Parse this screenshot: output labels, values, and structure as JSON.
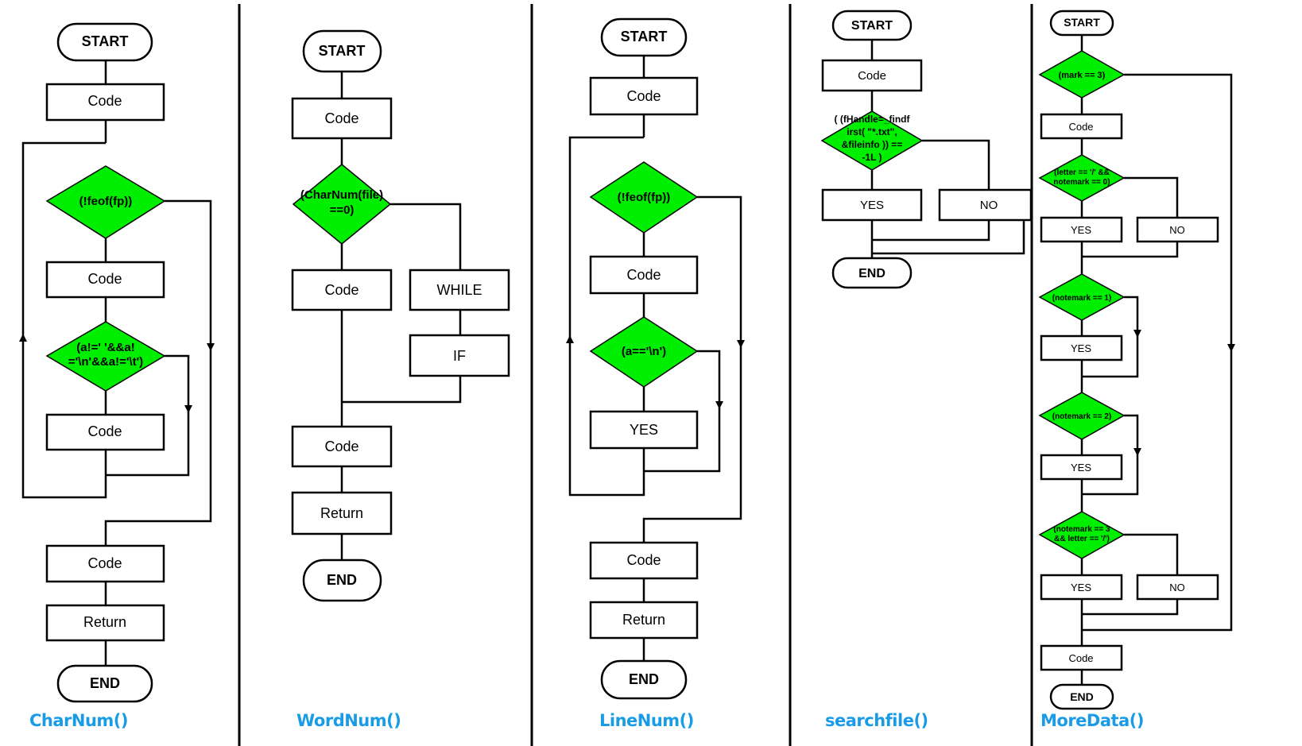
{
  "panels": [
    {
      "title": "CharNum()",
      "start": "START",
      "code1": "Code",
      "cond1": "(!feof(fp))",
      "code2": "Code",
      "cond2_line1": "(a!=' '&&a!",
      "cond2_line2": "='\\n'&&a!='\\t')",
      "code3": "Code",
      "code4": "Code",
      "ret": "Return",
      "end": "END"
    },
    {
      "title": "WordNum()",
      "start": "START",
      "code1": "Code",
      "cond1_line1": "(CharNum(file)",
      "cond1_line2": "==0)",
      "code2": "Code",
      "while": "WHILE",
      "if": "IF",
      "code3": "Code",
      "ret": "Return",
      "end": "END"
    },
    {
      "title": "LineNum()",
      "start": "START",
      "code1": "Code",
      "cond1": "(!feof(fp))",
      "code2": "Code",
      "cond2": "(a=='\\n')",
      "yes": "YES",
      "code3": "Code",
      "ret": "Return",
      "end": "END"
    },
    {
      "title": "searchfile()",
      "start": "START",
      "code1": "Code",
      "cond_line1": "( (fHandle=_findf",
      "cond_line2": "irst( \"*.txt\",",
      "cond_line3": "&fileinfo )) ==",
      "cond_line4": "-1L )",
      "yes": "YES",
      "no": "NO",
      "end": "END"
    },
    {
      "title": "MoreData()",
      "start": "START",
      "cond1": "(mark == 3)",
      "code1": "Code",
      "cond2_line1": "(letter == '/' &&",
      "cond2_line2": "notemark == 0)",
      "yes1": "YES",
      "no1": "NO",
      "cond3": "(notemark == 1)",
      "yes2": "YES",
      "cond4": "(notemark == 2)",
      "yes3": "YES",
      "cond5_line1": "(notemark == 3",
      "cond5_line2": "&& letter == '/')",
      "yes4": "YES",
      "no4": "NO",
      "code2": "Code",
      "end": "END"
    }
  ]
}
